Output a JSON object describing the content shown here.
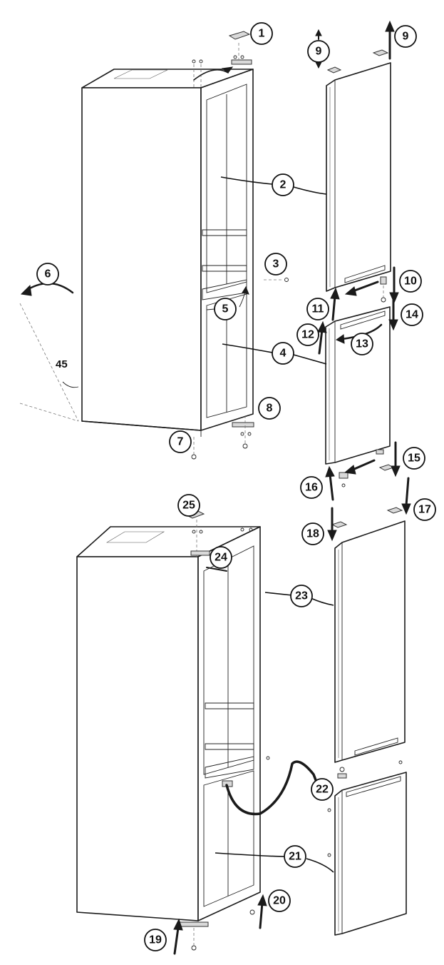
{
  "callouts": [
    "1",
    "2",
    "3",
    "4",
    "5",
    "6",
    "7",
    "8",
    "9",
    "9",
    "10",
    "11",
    "12",
    "13",
    "14",
    "15",
    "16",
    "17",
    "18",
    "19",
    "20",
    "21",
    "22",
    "23",
    "24",
    "25"
  ],
  "angle_label": "45"
}
